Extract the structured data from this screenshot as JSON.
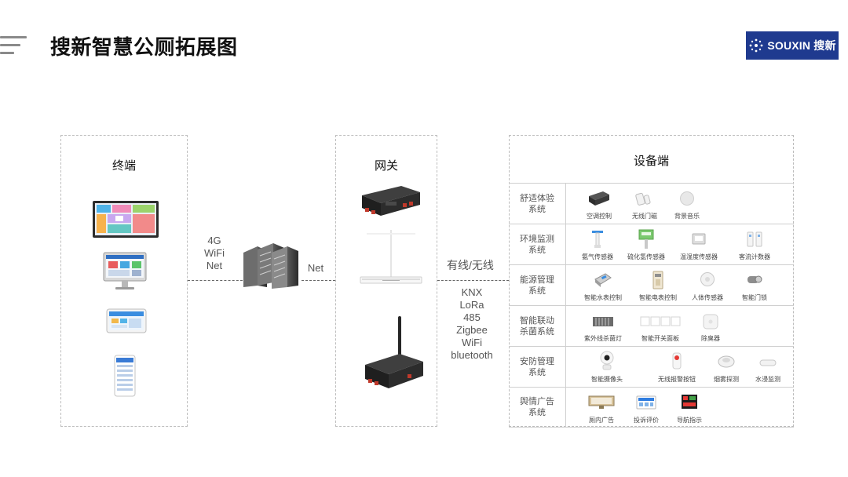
{
  "header": {
    "title": "搜新智慧公厕拓展图",
    "logo_text": "SOUXIN 搜新",
    "logo_bg": "#1f3a8f"
  },
  "terminal": {
    "title": "终端",
    "icons": [
      "wall-display-icon",
      "desktop-monitor-icon",
      "tablet-icon",
      "smartphone-icon"
    ]
  },
  "links": {
    "terminal_server": [
      "4G",
      "WiFi",
      "Net"
    ],
    "server_gateway": "Net",
    "gateway_devices": "有线/无线",
    "protocols": [
      "KNX",
      "LoRa",
      "485",
      "Zigbee",
      "WiFi",
      "bluetooth"
    ]
  },
  "gateway": {
    "title": "网关",
    "icons": [
      "din-rail-gateway-icon",
      "wireless-router-icon",
      "antenna-gateway-icon"
    ]
  },
  "devices": {
    "title": "设备端",
    "rows": [
      {
        "cat1": "舒适体验",
        "cat2": "系统",
        "items": [
          {
            "label": "空调控制",
            "icon": "ac-controller-icon"
          },
          {
            "label": "无线门磁",
            "icon": "door-sensor-icon"
          },
          {
            "label": "背景音乐",
            "icon": "speaker-icon"
          }
        ]
      },
      {
        "cat1": "环境监测",
        "cat2": "系统",
        "items": [
          {
            "label": "氨气传感器",
            "icon": "ammonia-sensor-icon"
          },
          {
            "label": "硫化氢传感器",
            "icon": "h2s-sensor-icon"
          },
          {
            "label": "温湿度传感器",
            "icon": "temp-humidity-sensor-icon"
          },
          {
            "label": "客流计数器",
            "icon": "people-counter-icon"
          }
        ]
      },
      {
        "cat1": "能源管理",
        "cat2": "系统",
        "items": [
          {
            "label": "智能水表控制",
            "icon": "water-meter-icon"
          },
          {
            "label": "智能电表控制",
            "icon": "electric-meter-icon"
          },
          {
            "label": "人体传感器",
            "icon": "motion-sensor-icon"
          },
          {
            "label": "智能门锁",
            "icon": "smart-lock-icon"
          }
        ]
      },
      {
        "cat1": "智能联动",
        "cat2": "杀菌系统",
        "items": [
          {
            "label": "紫外线杀菌灯",
            "icon": "uv-lamp-icon"
          },
          {
            "label": "智能开关面板",
            "icon": "switch-panel-icon"
          },
          {
            "label": "除臭器",
            "icon": "deodorizer-icon"
          }
        ]
      },
      {
        "cat1": "安防管理",
        "cat2": "系统",
        "items": [
          {
            "label": "智能摄像头",
            "icon": "camera-icon"
          },
          {
            "label": "无线报警按钮",
            "icon": "alarm-button-icon"
          },
          {
            "label": "烟雾探测",
            "icon": "smoke-detector-icon"
          },
          {
            "label": "水浸监测",
            "icon": "water-leak-sensor-icon"
          }
        ]
      },
      {
        "cat1": "舆情广告",
        "cat2": "系统",
        "items": [
          {
            "label": "厕内广告",
            "icon": "ad-display-icon"
          },
          {
            "label": "投诉评价",
            "icon": "rating-screen-icon"
          },
          {
            "label": "导航指示",
            "icon": "guide-sign-icon"
          }
        ]
      }
    ]
  }
}
